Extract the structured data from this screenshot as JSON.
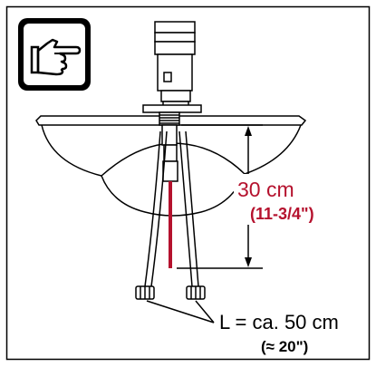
{
  "measurements": {
    "height_metric": "30 cm",
    "height_imperial": "(11-3/4\")",
    "hose_length_metric": "L = ca. 50 cm",
    "hose_length_imperial": "(≈ 20\")"
  },
  "colors": {
    "line": "#000000",
    "accent_red": "#b5122e",
    "background": "#ffffff"
  },
  "icons": {
    "note": "pointing-hand-icon"
  }
}
